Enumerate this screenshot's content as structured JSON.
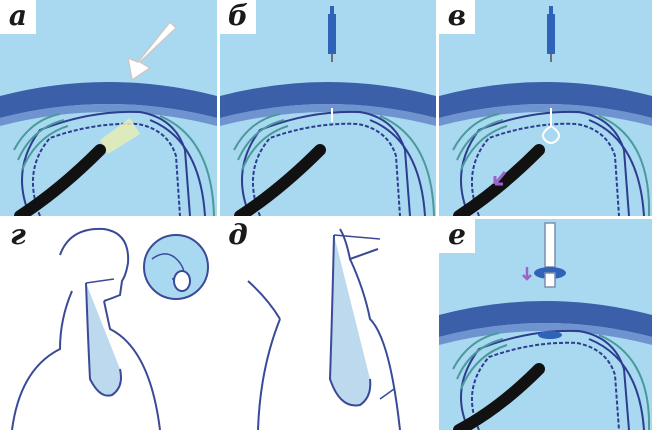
{
  "panels": [
    {
      "label": "а"
    },
    {
      "label": "б"
    },
    {
      "label": "в"
    },
    {
      "label": "г"
    },
    {
      "label": "д"
    },
    {
      "label": "е"
    }
  ],
  "colors": {
    "background": "#a9d9f1",
    "wall_dark": "#3b5fa8",
    "wall_light": "#6f93cf",
    "outline": "#2e3d8f",
    "endoscope": "#111111",
    "needle_blue": "#2f63b8",
    "light_beam": "#e5ecb5",
    "arrow_fill": "#ffffff",
    "body_line": "#3b4a98",
    "stomach_fill": "#bcd9ee",
    "arrow_purple": "#9a63c8"
  },
  "icons": [
    "arrow-icon",
    "endoscope-icon",
    "needle-icon",
    "snare-icon",
    "gastrostomy-tube-icon"
  ]
}
